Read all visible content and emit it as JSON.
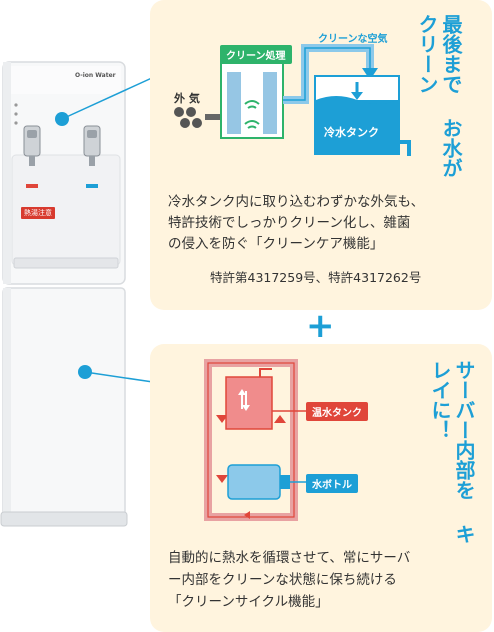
{
  "dispenser": {
    "brand_label": "O-ion Water",
    "sticker_label": "熱湯注意"
  },
  "panel_top": {
    "heading": "最後まで お水がクリーン",
    "diagram": {
      "clean_process_label": "クリーン処理",
      "clean_air_label": "クリーンな空気",
      "outside_air_label": "外 気",
      "cold_tank_label": "冷水タンク"
    },
    "description_lines": [
      "冷水タンク内に取り込むわずかな外気も、",
      "特許技術でしっかりクリーン化し、雑菌",
      "の侵入を防ぐ「クリーンケア機能」"
    ],
    "patent": "特許第4317259号、特許4317262号"
  },
  "plus_sign": "+",
  "panel_bottom": {
    "heading": "サーバー内部を キレイに！",
    "diagram": {
      "hot_tank_label": "温水タンク",
      "water_bottle_label": "水ボトル"
    },
    "description_lines": [
      "自動的に熱水を循環させて、常にサーバ",
      "ー内部をクリーンな状態に保ち続ける",
      "「クリーンサイクル機能」"
    ]
  },
  "colors": {
    "accent_blue": "#1d9fd6",
    "panel_bg": "#fff4de",
    "green": "#2eb36b",
    "red": "#e0463a"
  }
}
